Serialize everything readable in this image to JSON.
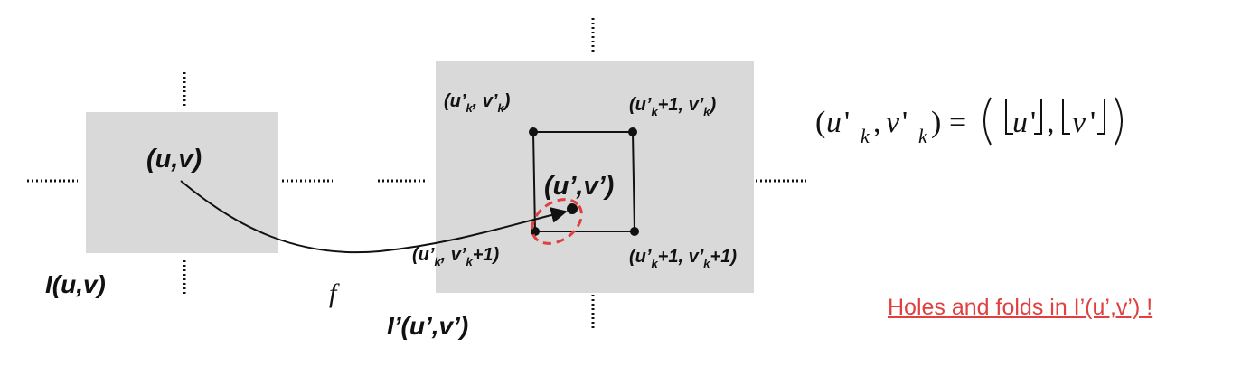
{
  "source": {
    "coord_label": "(u,v)",
    "image_label": "I(u,v)"
  },
  "mapping": {
    "function_label": "f"
  },
  "target": {
    "image_label": "I’(u’,v’)",
    "point_label": "(u’,v’)",
    "corners": {
      "top_left": {
        "u": "(u’",
        "k1": "k",
        "v": ", v’",
        "k2": "k",
        "close": ")"
      },
      "top_right": {
        "u": "(u’",
        "k1": "k",
        "v": "+1, v’",
        "k2": "k",
        "close": ")"
      },
      "bottom_left": {
        "u": "(u’",
        "k1": "k",
        "v": ", v’",
        "k2": "k",
        "close": "+1)"
      },
      "bottom_right": {
        "u": "(u’",
        "k1": "k",
        "v": "+1, v’",
        "k2": "k",
        "close": "+1)"
      }
    }
  },
  "formula": {
    "lhs_open": "(",
    "u": "u",
    "prime1": "'",
    "sub1": "k",
    "comma": ",",
    "v": "v",
    "prime2": "'",
    "sub2": "k",
    "lhs_close": ")",
    "equals": "=",
    "rhs_u": "u",
    "rhs_prime1": "'",
    "rhs_comma": ",",
    "rhs_v": "v",
    "rhs_prime2": "'"
  },
  "note": {
    "text": "Holes and folds in I’(u’,v’) !",
    "color": "#e04040"
  },
  "colors": {
    "box_fill": "#d9d9d9",
    "ellipse": "#e04040"
  }
}
